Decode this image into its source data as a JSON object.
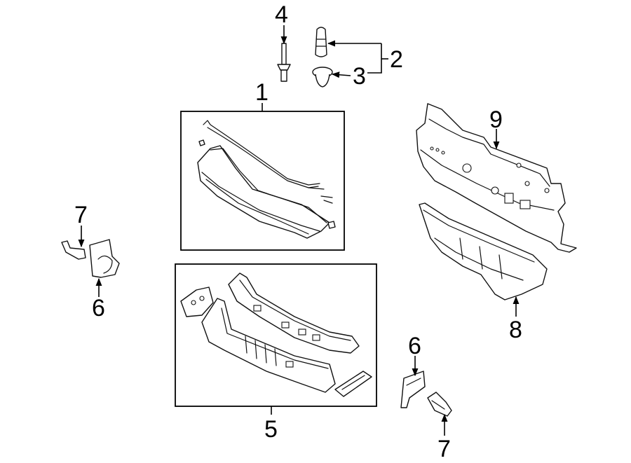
{
  "callouts": {
    "c1": "1",
    "c2": "2",
    "c3": "3",
    "c4": "4",
    "c5": "5",
    "c6_left": "6",
    "c6_right": "6",
    "c7_left": "7",
    "c7_right": "7",
    "c8": "8",
    "c9": "9"
  },
  "colors": {
    "line": "#000000",
    "background": "#ffffff"
  }
}
